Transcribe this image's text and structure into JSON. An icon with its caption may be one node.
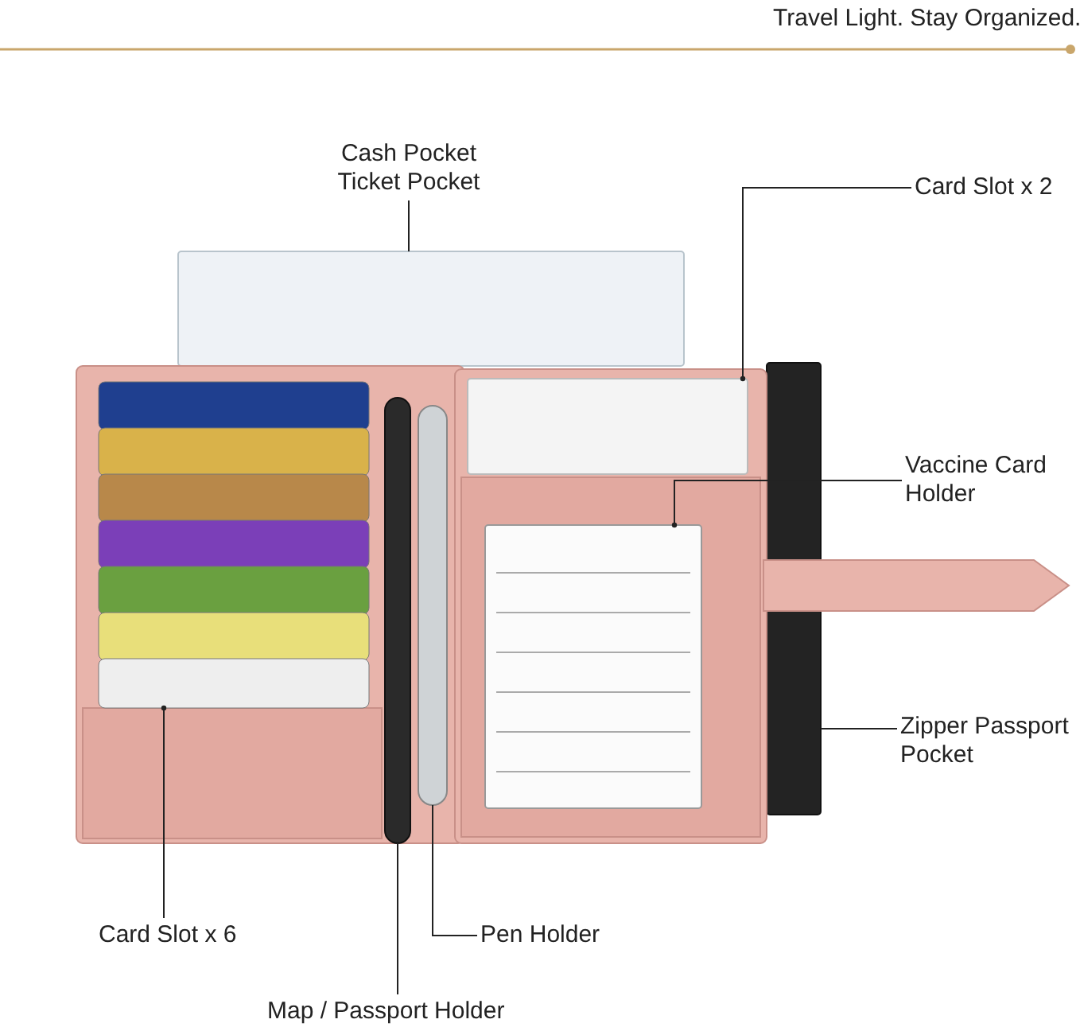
{
  "diagram": {
    "nodes": [
      {
        "text": [
          "Cash Pocket Ticket Pocket"
        ]
      },
      {
        "text": [
          "Card Slot x 2"
        ]
      },
      {
        "text": [
          "Vaccine Card Holder"
        ]
      },
      {
        "text": [
          "Zipper Passport Pocket"
        ]
      },
      {
        "text": [
          "Card Slot x 6"
        ]
      },
      {
        "text": [
          "Pen Holder"
        ]
      },
      {
        "text": [
          "Map / Passport Holder"
        ]
      },
      {
        "text": [],
        "shape": "box"
      },
      {
        "text": [],
        "shape": "box"
      },
      {
        "text": [],
        "shape": "box"
      },
      {
        "text": [],
        "shape": "box"
      },
      {
        "text": [],
        "shape": "box"
      },
      {
        "text": [],
        "shape": "bar"
      },
      {
        "text": [],
        "shape": "bar"
      }
    ],
    "edges": [
      {
        "from": 0,
        "to": 7,
        "arrow": "none"
      },
      {
        "from": 1,
        "to": 8,
        "arrow": "other"
      },
      {
        "from": 2,
        "to": 9,
        "arrow": "other"
      },
      {
        "from": 3,
        "to": 10,
        "arrow": "none"
      },
      {
        "from": 4,
        "to": 11,
        "arrow": "other"
      },
      {
        "from": 5,
        "to": 13,
        "arrow": "none"
      },
      {
        "from": 6,
        "to": 12,
        "arrow": "none"
      }
    ],
    "labels": [
      "Travel Light. Stay Organized."
    ]
  }
}
